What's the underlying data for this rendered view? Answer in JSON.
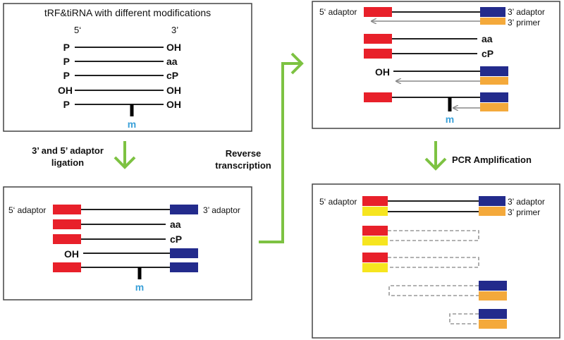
{
  "title": "tRF&tiRNA with different modifications",
  "colors": {
    "five_adaptor": "#e8202a",
    "three_adaptor": "#232b8c",
    "three_primer": "#f4a93b",
    "pcr_primer": "#f6e51f",
    "arrow": "#7dc242",
    "modification_m": "#3aa0d8",
    "cdna_arrow": "#888888",
    "dashed_line": "#999999"
  },
  "panel1": {
    "end5_label": "5‘",
    "end3_label": "3’",
    "rows": [
      {
        "left": "P",
        "right": "OH"
      },
      {
        "left": "P",
        "right": "aa"
      },
      {
        "left": "P",
        "right": "cP"
      },
      {
        "left": "OH",
        "right": "OH"
      },
      {
        "left": "P",
        "right": "OH"
      }
    ],
    "m_label": "m"
  },
  "steps": {
    "ligation_line1": "3’ and 5’ adaptor",
    "ligation_line2": "ligation",
    "rt_line1": "Reverse",
    "rt_line2": "transcription",
    "pcr": "PCR Amplification"
  },
  "panel2": {
    "five_adaptor_label": "5‘ adaptor",
    "three_adaptor_label": "3’ adaptor",
    "rows": [
      {
        "left": "",
        "right": ""
      },
      {
        "left": "",
        "right": "aa"
      },
      {
        "left": "",
        "right": "cP"
      },
      {
        "left": "OH",
        "right": ""
      },
      {
        "left": "",
        "right": ""
      }
    ],
    "m_label": "m"
  },
  "panel3": {
    "five_adaptor_label": "5‘ adaptor",
    "three_adaptor_label": "3’ adaptor",
    "three_primer_label": "3’ primer",
    "rows": [
      {
        "left": "",
        "right": ""
      },
      {
        "left": "",
        "right": "aa"
      },
      {
        "left": "",
        "right": "cP"
      },
      {
        "left": "OH",
        "right": ""
      },
      {
        "left": "",
        "right": ""
      }
    ],
    "m_label": "m"
  },
  "panel4": {
    "five_adaptor_label": "5‘ adaptor",
    "three_adaptor_label": "3’ adaptor",
    "three_primer_label": "3’ primer"
  }
}
